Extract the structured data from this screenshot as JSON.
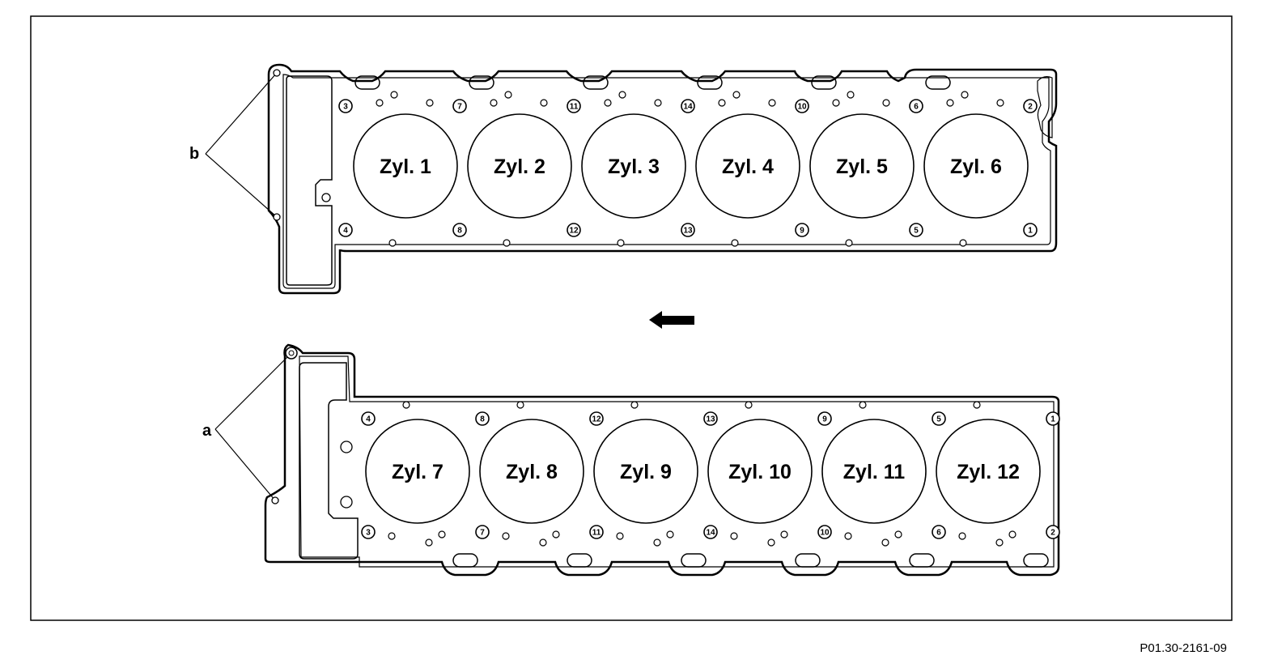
{
  "figure_ref": "P01.30-2161-09",
  "upper": {
    "callout": "b",
    "cylinders": [
      "Zyl. 1",
      "Zyl. 2",
      "Zyl. 3",
      "Zyl. 4",
      "Zyl. 5",
      "Zyl. 6"
    ],
    "bolts_top": [
      "3",
      "7",
      "11",
      "14",
      "10",
      "6",
      "2"
    ],
    "bolts_bottom": [
      "4",
      "8",
      "12",
      "13",
      "9",
      "5",
      "1"
    ]
  },
  "lower": {
    "callout": "a",
    "cylinders": [
      "Zyl. 7",
      "Zyl. 8",
      "Zyl. 9",
      "Zyl. 10",
      "Zyl. 11",
      "Zyl. 12"
    ],
    "bolts_top": [
      "4",
      "8",
      "12",
      "13",
      "9",
      "5",
      "1"
    ],
    "bolts_bottom": [
      "3",
      "7",
      "11",
      "14",
      "10",
      "6",
      "2"
    ]
  },
  "direction_icon": "arrow-left-icon"
}
